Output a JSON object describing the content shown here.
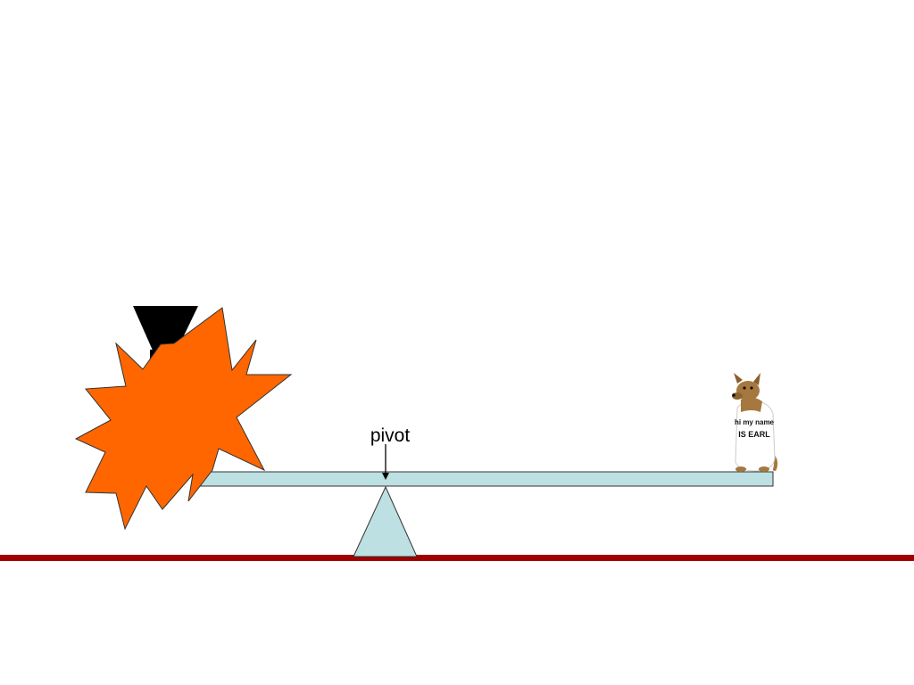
{
  "diagram": {
    "pivot_label": "pivot",
    "dog_shirt_line1": "hi my name",
    "dog_shirt_line2": "IS EARL",
    "colors": {
      "background": "#ffffff",
      "beam_fill": "#bde0e2",
      "fulcrum_fill": "#bde0e2",
      "outline": "#333333",
      "ground_line": "#a00000",
      "explosion_fill": "#ff6600",
      "weight_fill": "#000000",
      "dog_fur": "#a6783f",
      "dog_shirt": "#ffffff"
    },
    "icons": {
      "impact": "explosion-burst-icon",
      "falling_weight": "anvil-weight-icon",
      "load": "dog-photo-icon"
    }
  }
}
